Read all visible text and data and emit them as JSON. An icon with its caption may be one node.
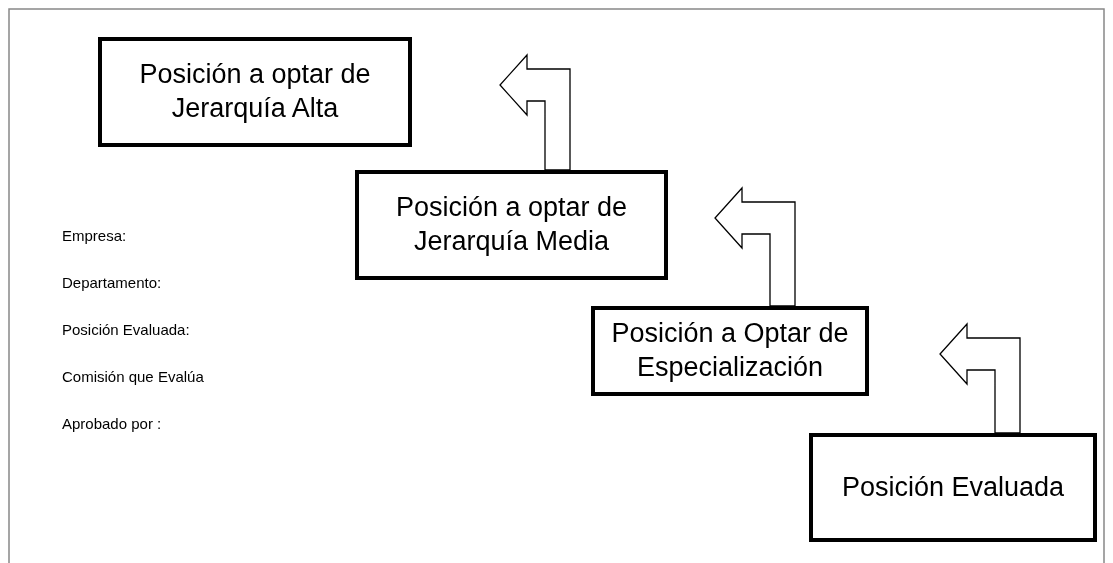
{
  "diagram": {
    "nodes": [
      {
        "text": [
          "Posición a optar de Jerarquía Alta"
        ]
      },
      {
        "text": [
          "Posición a optar de Jerarquía Media"
        ]
      },
      {
        "text": [
          "Posición a Optar de Especialización"
        ]
      },
      {
        "text": [
          "Posición Evaluada"
        ]
      }
    ],
    "edges": [
      {
        "from": 1,
        "to": 0,
        "arrow": "to"
      },
      {
        "from": 2,
        "to": 1,
        "arrow": "to"
      },
      {
        "from": 3,
        "to": 2,
        "arrow": "to"
      }
    ],
    "labels": [
      "Empresa:",
      "Departamento:",
      "Posición Evaluada:",
      "Comisión que Evalúa",
      "Aprobado por :"
    ]
  }
}
